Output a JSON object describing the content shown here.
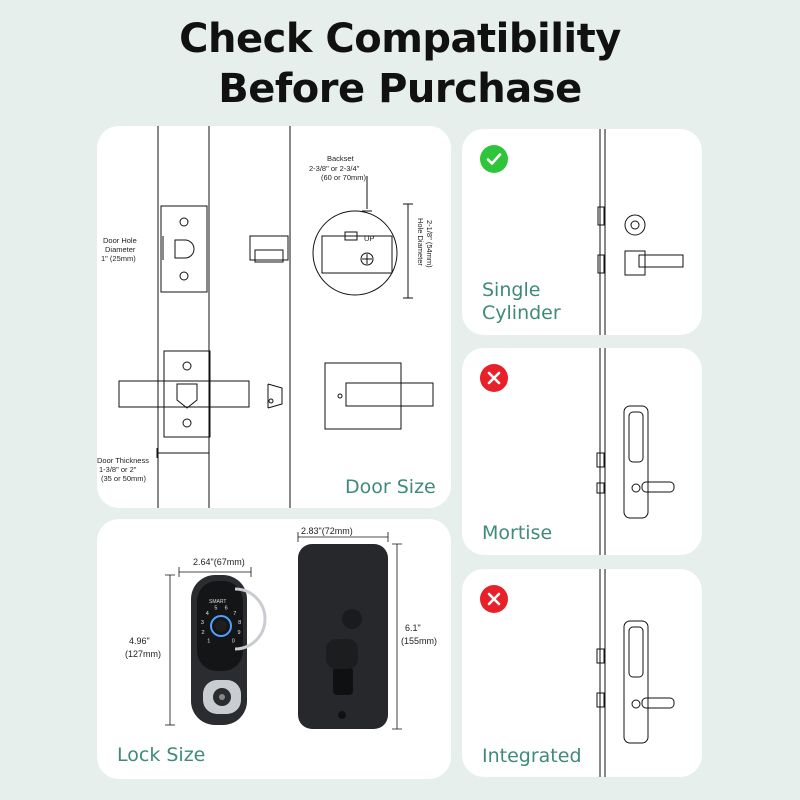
{
  "header": {
    "title_line1": "Check Compatibility",
    "title_line2": "Before Purchase"
  },
  "door_size": {
    "label": "Door Size",
    "backset_title": "Backset",
    "backset_value": "2-3/8\"  or  2-3/4\"",
    "backset_mm": "(60 or 70mm)",
    "hole_diameter_title": "Hole Diameter",
    "hole_diameter_value": "2-1/8\" (54mm)",
    "door_hole_line1": "Door Hole",
    "door_hole_line2": "Diameter",
    "door_hole_line3": "1\" (25mm)",
    "thickness_line1": "Door Thickness",
    "thickness_line2": "1-3/8\"  or  2\"",
    "thickness_line3": "(35 or 50mm)",
    "up_label": "UP"
  },
  "lock_size": {
    "label": "Lock Size",
    "front_width": "2.64\"(67mm)",
    "front_height_in": "4.96\"",
    "front_height_mm": "(127mm)",
    "back_width": "2.83\"(72mm)",
    "back_height_in": "6.1\"",
    "back_height_mm": "(155mm)",
    "keypad_brand": "SMART",
    "keypad_keys": [
      "1",
      "2",
      "3",
      "4",
      "5",
      "6",
      "7",
      "8",
      "9",
      "0"
    ]
  },
  "compatibility": [
    {
      "label_line1": "Single",
      "label_line2": "Cylinder",
      "status": "compatible",
      "icon": "checkmark-icon",
      "color": "#2fc53a"
    },
    {
      "label_line1": "Mortise",
      "label_line2": "",
      "status": "incompatible",
      "icon": "cross-icon",
      "color": "#e8202a"
    },
    {
      "label_line1": "Integrated",
      "label_line2": "",
      "status": "incompatible",
      "icon": "cross-icon",
      "color": "#e8202a"
    }
  ],
  "colors": {
    "background": "#e7efec",
    "label_teal": "#3f8a7a",
    "check_green": "#2fc53a",
    "cross_red": "#e8202a"
  }
}
